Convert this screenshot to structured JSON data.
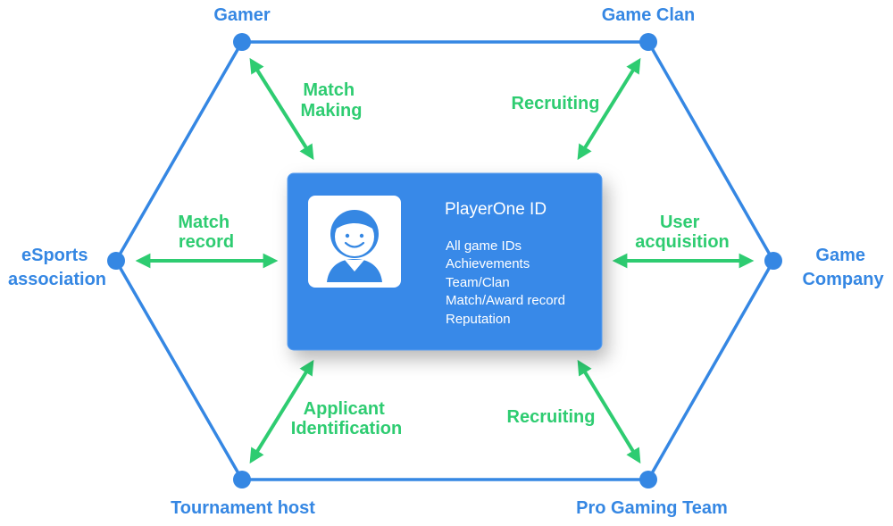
{
  "colors": {
    "hexagon": "#3587e3",
    "arrow": "#2ecc71",
    "card": "#3889e8",
    "card_border": "#5b9ff0"
  },
  "nodes": {
    "gamer": "Gamer",
    "game_clan": "Game Clan",
    "game_company": [
      "Game",
      "Company"
    ],
    "pro_gaming_team": "Pro Gaming Team",
    "tournament_host": "Tournament host",
    "esports_association": [
      "eSports",
      "association"
    ]
  },
  "edges": {
    "match_making": [
      "Match",
      "Making"
    ],
    "recruiting_top": "Recruiting",
    "user_acquisition": [
      "User",
      "acquisition"
    ],
    "recruiting_bottom": "Recruiting",
    "applicant_identification": [
      "Applicant",
      "Identification"
    ],
    "match_record": [
      "Match",
      "record"
    ]
  },
  "card": {
    "title": "PlayerOne ID",
    "avatar_icon": "player-avatar-icon",
    "items": [
      "All game IDs",
      "Achievements",
      "Team/Clan",
      "Match/Award record",
      "Reputation"
    ]
  }
}
